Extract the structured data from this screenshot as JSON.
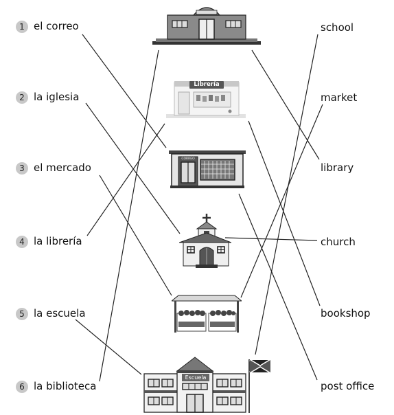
{
  "title": "",
  "spanish_items": [
    {
      "number": "1",
      "word": "el correo"
    },
    {
      "number": "2",
      "word": "la iglesia"
    },
    {
      "number": "3",
      "word": "el mercado"
    },
    {
      "number": "4",
      "word": "la librería"
    },
    {
      "number": "5",
      "word": "la escuela"
    },
    {
      "number": "6",
      "word": "la biblioteca"
    }
  ],
  "english_items": [
    "school",
    "market",
    "library",
    "church",
    "bookshop",
    "post office"
  ],
  "pictures": {
    "bookstore_sign": "Librería",
    "post_office_sign": "CORREO",
    "school_sign": "Escuela"
  },
  "icons": [
    "library-building-icon",
    "bookstore-building-icon",
    "post-office-building-icon",
    "church-icon",
    "market-stall-icon",
    "school-building-icon",
    "jamaica-flag-icon"
  ],
  "colors": {
    "number_circle": "#c8c8c8",
    "line": "#222222"
  }
}
